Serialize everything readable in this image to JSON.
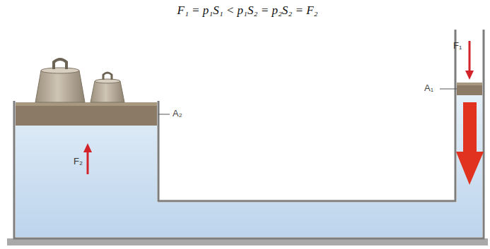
{
  "diagram": {
    "labels": [
      "F₁ = p₁S₁ < p₁S₂ = p₂S₂ = F₂",
      "A₂",
      "A₁",
      "F₂",
      "F₁"
    ]
  }
}
